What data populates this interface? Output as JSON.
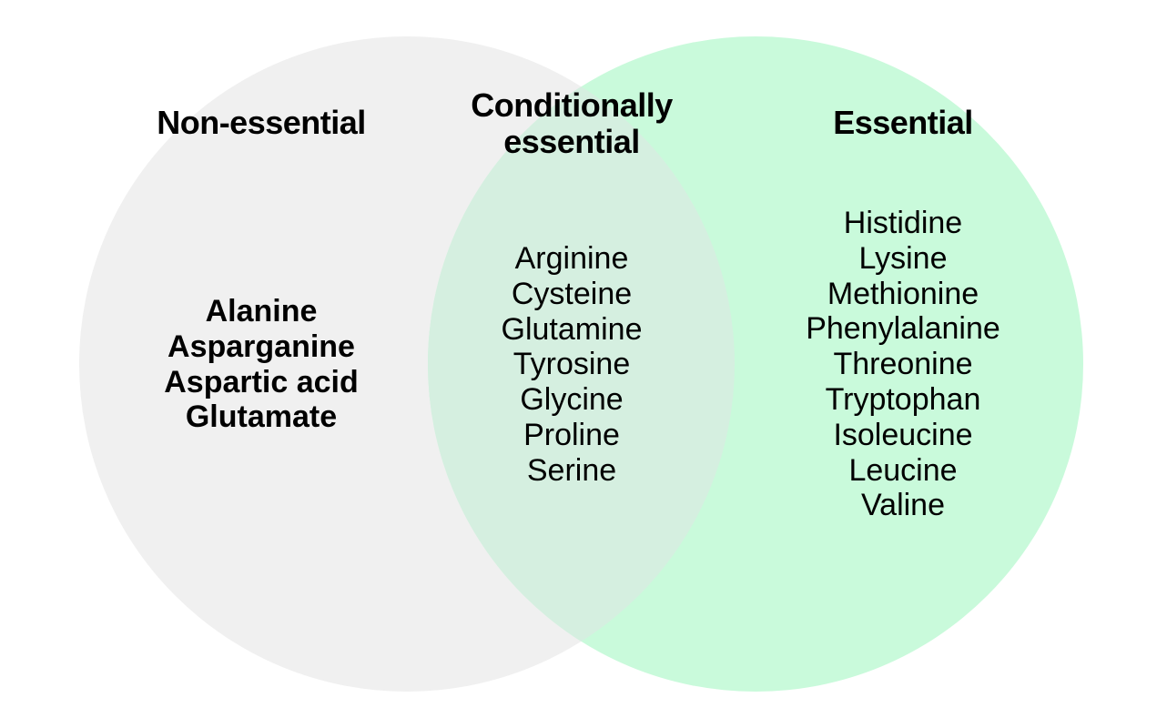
{
  "colors": {
    "left_circle": "#f0f0f0",
    "right_circle": "#c9fadb",
    "overlap": "#d5efe0",
    "text": "#000000"
  },
  "sets": {
    "left": {
      "title": "Non-essential",
      "items": [
        "Alanine",
        "Asparganine",
        "Aspartic acid",
        "Glutamate"
      ]
    },
    "middle": {
      "title": "Conditionally essential",
      "items": [
        "Arginine",
        "Cysteine",
        "Glutamine",
        "Tyrosine",
        "Glycine",
        "Proline",
        "Serine"
      ]
    },
    "right": {
      "title": "Essential",
      "items": [
        "Histidine",
        "Lysine",
        "Methionine",
        "Phenylalanine",
        "Threonine",
        "Tryptophan",
        "Isoleucine",
        "Leucine",
        "Valine"
      ]
    }
  }
}
